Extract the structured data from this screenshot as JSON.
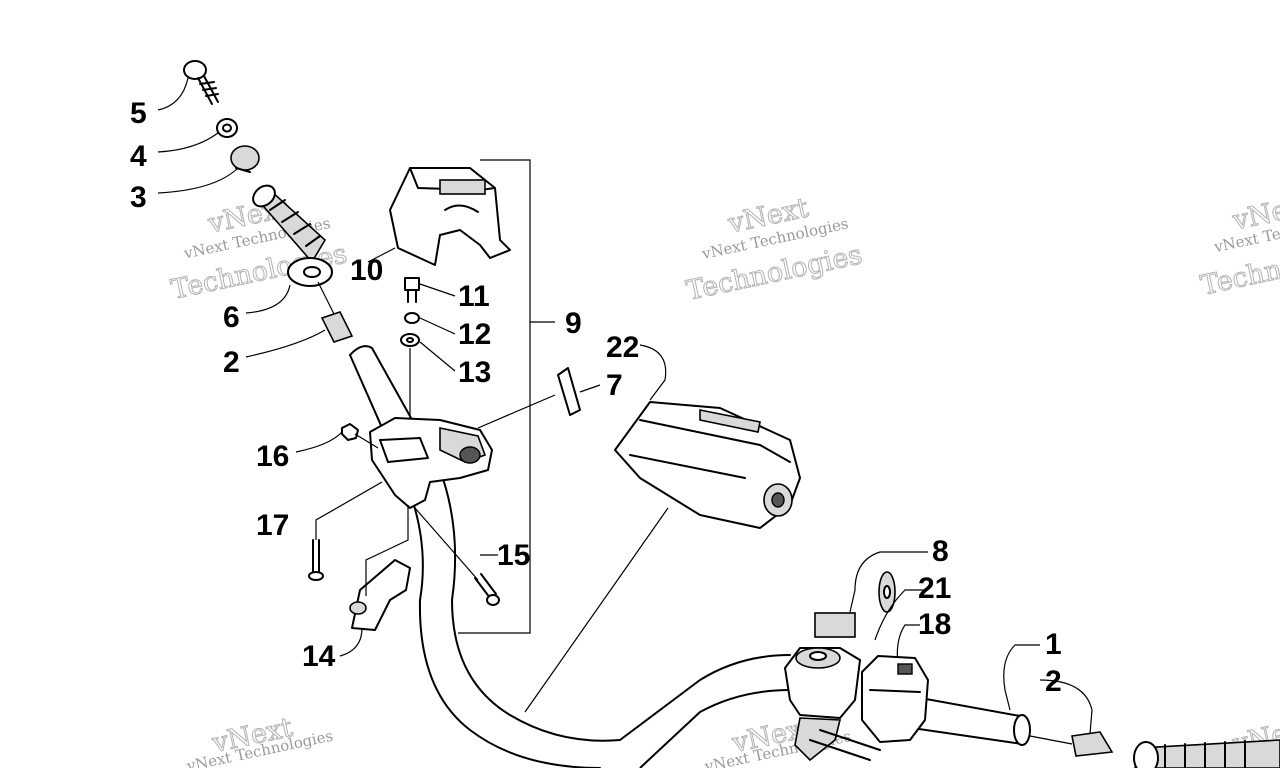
{
  "watermark": {
    "small": "vNext Technologies",
    "big": "Technologies",
    "top": "vNext"
  },
  "callouts": {
    "c1": "1",
    "c2a": "2",
    "c2b": "2",
    "c3": "3",
    "c4": "4",
    "c5": "5",
    "c6": "6",
    "c7": "7",
    "c8": "8",
    "c9": "9",
    "c10": "10",
    "c11": "11",
    "c12": "12",
    "c13": "13",
    "c14": "14",
    "c15": "15",
    "c16": "16",
    "c17": "17",
    "c18": "18",
    "c21": "21",
    "c22": "22"
  }
}
